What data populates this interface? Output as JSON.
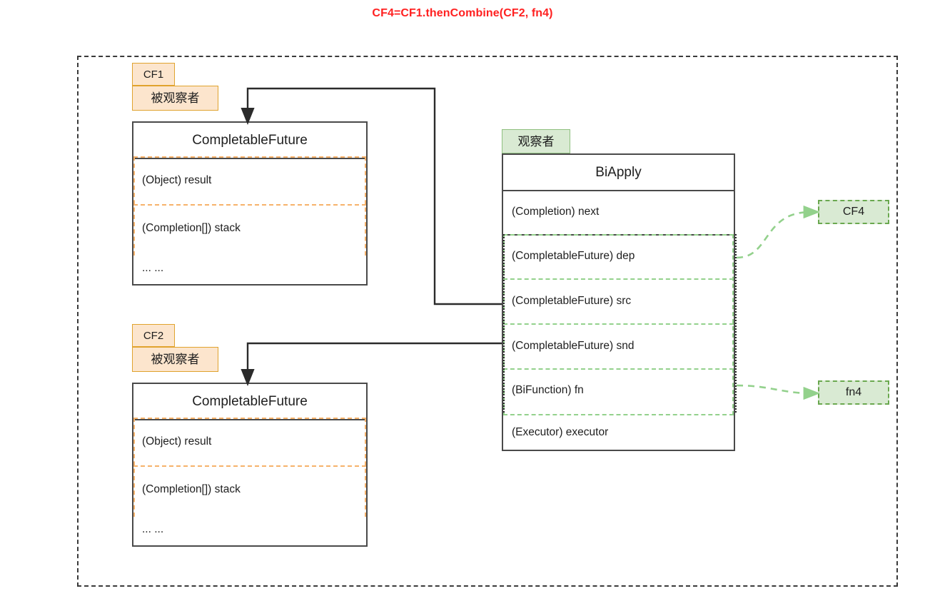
{
  "title": "CF4=CF1.thenCombine(CF2, fn4)",
  "colors": {
    "title": "#ff2020",
    "observable_tag_bg": "#fce5cd",
    "observable_tag_border": "#e0a32e",
    "observer_tag_bg": "#d9ead3",
    "observer_tag_border": "#8fc080",
    "observable_field_dash": "#f6b26b",
    "observer_field_dash": "#93d18c",
    "target_box_bg": "#d9ead3",
    "target_box_border": "#6aa84f",
    "box_border": "#4a4a4a",
    "container_border": "#3a3a3a",
    "connector": "#2b2b2b"
  },
  "observables": [
    {
      "id_tag": "CF1",
      "role_tag": "被观察者",
      "class_name": "CompletableFuture",
      "fields": [
        "(Object)  result",
        "(Completion[])  stack",
        "... ..."
      ]
    },
    {
      "id_tag": "CF2",
      "role_tag": "被观察者",
      "class_name": "CompletableFuture",
      "fields": [
        "(Object)  result",
        "(Completion[])  stack",
        "... ..."
      ]
    }
  ],
  "observer": {
    "role_tag": "观察者",
    "class_name": "BiApply",
    "fields": [
      "(Completion)  next",
      "(CompletableFuture)  dep",
      "(CompletableFuture)  src",
      "(CompletableFuture) snd",
      "(BiFunction) fn",
      "(Executor) executor"
    ]
  },
  "targets": [
    {
      "label": "CF4",
      "from_field": "(CompletableFuture)  dep"
    },
    {
      "label": "fn4",
      "from_field": "(BiFunction) fn"
    }
  ],
  "connectors": [
    {
      "name": "src-to-cf1",
      "from": "(CompletableFuture)  src",
      "to": "CF1"
    },
    {
      "name": "snd-to-cf2",
      "from": "(CompletableFuture) snd",
      "to": "CF2"
    }
  ]
}
